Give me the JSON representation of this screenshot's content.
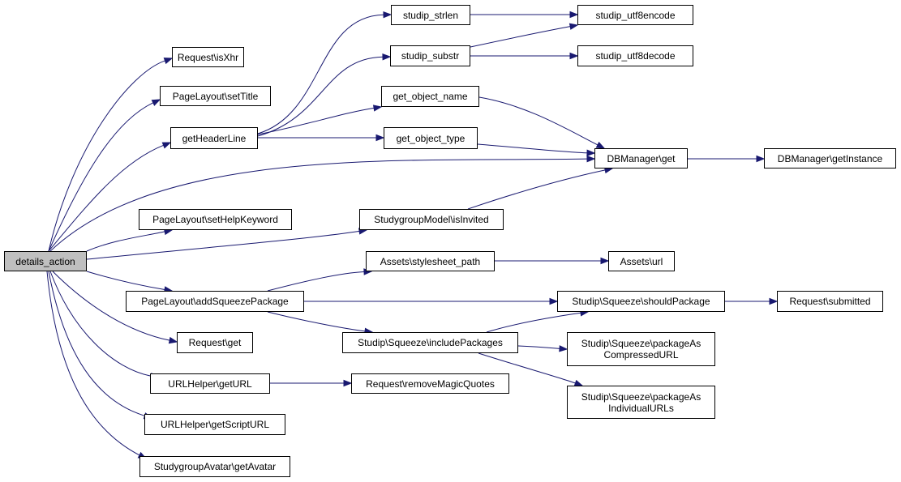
{
  "diagram": {
    "edge_color": "#191970",
    "root_fill": "#bfbfbf",
    "nodes": [
      {
        "id": "details_action",
        "lines": [
          "details_action"
        ],
        "root": true
      },
      {
        "id": "isXhr",
        "lines": [
          "Request\\isXhr"
        ]
      },
      {
        "id": "setTitle",
        "lines": [
          "PageLayout\\setTitle"
        ]
      },
      {
        "id": "getHeaderLine",
        "lines": [
          "getHeaderLine"
        ]
      },
      {
        "id": "setHelpKeyword",
        "lines": [
          "PageLayout\\setHelpKeyword"
        ]
      },
      {
        "id": "addSqueezePackage",
        "lines": [
          "PageLayout\\addSqueezePackage"
        ]
      },
      {
        "id": "requestGet",
        "lines": [
          "Request\\get"
        ]
      },
      {
        "id": "getURL",
        "lines": [
          "URLHelper\\getURL"
        ]
      },
      {
        "id": "getScriptURL",
        "lines": [
          "URLHelper\\getScriptURL"
        ]
      },
      {
        "id": "getAvatar",
        "lines": [
          "StudygroupAvatar\\getAvatar"
        ]
      },
      {
        "id": "strlen",
        "lines": [
          "studip_strlen"
        ]
      },
      {
        "id": "substr",
        "lines": [
          "studip_substr"
        ]
      },
      {
        "id": "objName",
        "lines": [
          "get_object_name"
        ]
      },
      {
        "id": "objType",
        "lines": [
          "get_object_type"
        ]
      },
      {
        "id": "isInvited",
        "lines": [
          "StudygroupModel\\isInvited"
        ]
      },
      {
        "id": "stylesheet",
        "lines": [
          "Assets\\stylesheet_path"
        ]
      },
      {
        "id": "includePackages",
        "lines": [
          "Studip\\Squeeze\\includePackages"
        ]
      },
      {
        "id": "removeMagic",
        "lines": [
          "Request\\removeMagicQuotes"
        ]
      },
      {
        "id": "utf8encode",
        "lines": [
          "studip_utf8encode"
        ]
      },
      {
        "id": "utf8decode",
        "lines": [
          "studip_utf8decode"
        ]
      },
      {
        "id": "dbGet",
        "lines": [
          "DBManager\\get"
        ]
      },
      {
        "id": "assetsUrl",
        "lines": [
          "Assets\\url"
        ]
      },
      {
        "id": "shouldPackage",
        "lines": [
          "Studip\\Squeeze\\shouldPackage"
        ]
      },
      {
        "id": "compressed",
        "lines": [
          "Studip\\Squeeze\\packageAs",
          "CompressedURL"
        ]
      },
      {
        "id": "individual",
        "lines": [
          "Studip\\Squeeze\\packageAs",
          "IndividualURLs"
        ]
      },
      {
        "id": "getInstance",
        "lines": [
          "DBManager\\getInstance"
        ]
      },
      {
        "id": "submitted",
        "lines": [
          "Request\\submitted"
        ]
      }
    ],
    "edges": [
      [
        "details_action",
        "isXhr"
      ],
      [
        "details_action",
        "setTitle"
      ],
      [
        "details_action",
        "getHeaderLine"
      ],
      [
        "details_action",
        "dbGet"
      ],
      [
        "details_action",
        "setHelpKeyword"
      ],
      [
        "details_action",
        "isInvited"
      ],
      [
        "details_action",
        "addSqueezePackage"
      ],
      [
        "details_action",
        "requestGet"
      ],
      [
        "details_action",
        "getURL"
      ],
      [
        "details_action",
        "getScriptURL"
      ],
      [
        "details_action",
        "getAvatar"
      ],
      [
        "getHeaderLine",
        "strlen"
      ],
      [
        "getHeaderLine",
        "substr"
      ],
      [
        "getHeaderLine",
        "objName"
      ],
      [
        "getHeaderLine",
        "objType"
      ],
      [
        "strlen",
        "utf8encode"
      ],
      [
        "substr",
        "utf8encode"
      ],
      [
        "substr",
        "utf8decode"
      ],
      [
        "objName",
        "dbGet"
      ],
      [
        "objType",
        "dbGet"
      ],
      [
        "isInvited",
        "dbGet"
      ],
      [
        "dbGet",
        "getInstance"
      ],
      [
        "addSqueezePackage",
        "stylesheet"
      ],
      [
        "addSqueezePackage",
        "shouldPackage"
      ],
      [
        "addSqueezePackage",
        "includePackages"
      ],
      [
        "stylesheet",
        "assetsUrl"
      ],
      [
        "includePackages",
        "shouldPackage"
      ],
      [
        "includePackages",
        "compressed"
      ],
      [
        "includePackages",
        "individual"
      ],
      [
        "shouldPackage",
        "submitted"
      ],
      [
        "getURL",
        "removeMagic"
      ]
    ]
  }
}
